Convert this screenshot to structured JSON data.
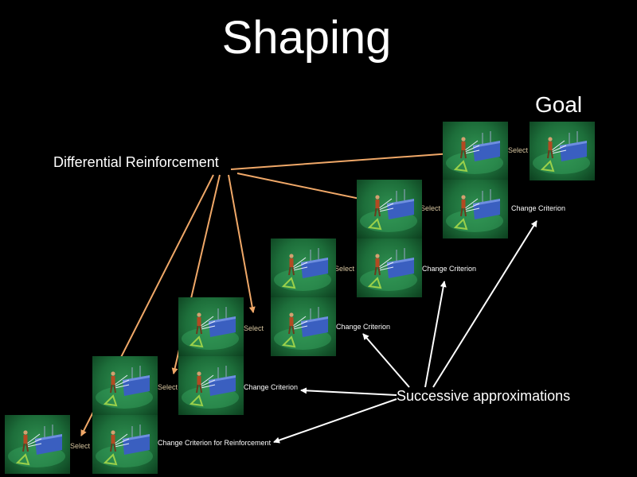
{
  "title": "Shaping",
  "goal_label": "Goal",
  "differential_label": "Differential Reinforcement",
  "successive_label": "Successive approximations",
  "select_label": "Select",
  "change_criterion_label": "Change Criterion",
  "change_criterion_labels": [
    "Change Criterion for Reinforcement",
    "Change  Criterion",
    "Change Criterion",
    "Change Criterion",
    "Change Criterion"
  ],
  "colors": {
    "background": "#000000",
    "select_arrow": "#f0a868",
    "criterion_arrow": "#ffffff",
    "thumbnail_green": "#2f8f50",
    "hurdle_blue": "#3a5fc0"
  },
  "icons": [
    "athlete-hurdle-scene"
  ]
}
